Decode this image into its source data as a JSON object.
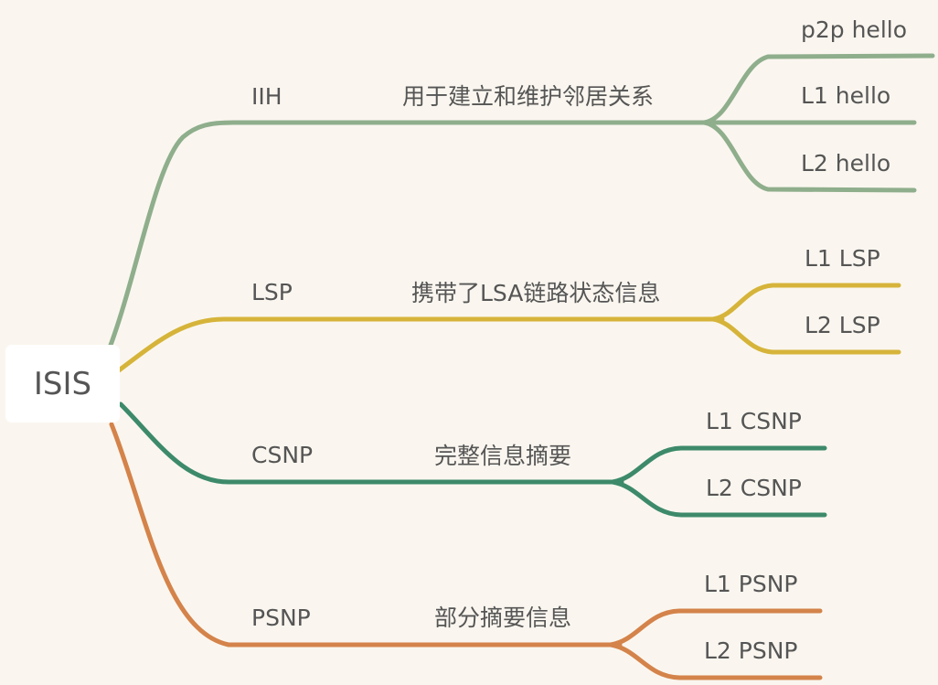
{
  "root": {
    "label": "ISIS"
  },
  "branches": [
    {
      "label": "IIH",
      "description": "用于建立和维护邻居关系",
      "color": "#8fae8c",
      "children": [
        "p2p hello",
        "L1 hello",
        "L2 hello"
      ]
    },
    {
      "label": "LSP",
      "description": "携带了LSA链路状态信息",
      "color": "#d6b43a",
      "children": [
        "L1 LSP",
        "L2 LSP"
      ]
    },
    {
      "label": "CSNP",
      "description": "完整信息摘要",
      "color": "#3d8a6a",
      "children": [
        "L1 CSNP",
        "L2 CSNP"
      ]
    },
    {
      "label": "PSNP",
      "description": "部分摘要信息",
      "color": "#d4834a",
      "children": [
        "L1 PSNP",
        "L2 PSNP"
      ]
    }
  ]
}
